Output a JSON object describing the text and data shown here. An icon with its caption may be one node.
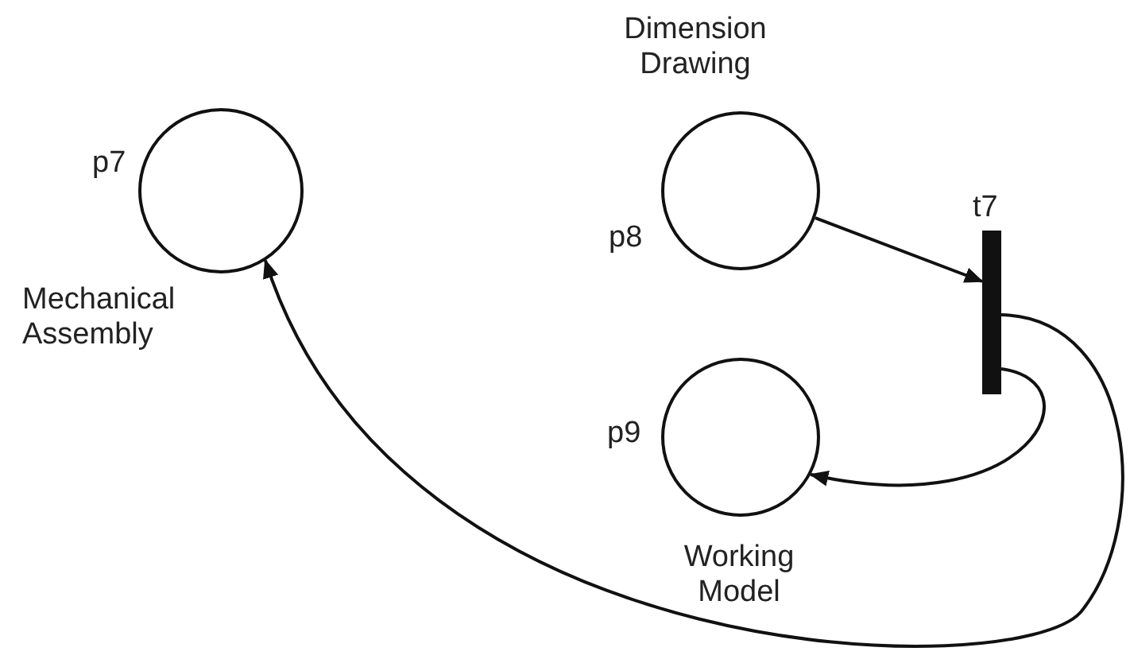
{
  "diagram": {
    "nodes": [
      {
        "text": [],
        "shape": "circle",
        "beside": [
          "p7",
          "Mechanical Assembly"
        ]
      },
      {
        "text": [],
        "shape": "circle",
        "beside": [
          "Dimension Drawing",
          "p8"
        ]
      },
      {
        "text": [],
        "shape": "circle",
        "beside": [
          "p9",
          "Working Model"
        ]
      },
      {
        "text": [],
        "shape": "bar",
        "beside": [
          "t7"
        ]
      }
    ],
    "edges": [
      {
        "from": 1,
        "to": 3,
        "arrow": "to"
      },
      {
        "from": 3,
        "to": 2,
        "arrow": "to"
      },
      {
        "from": 3,
        "to": 0,
        "arrow": "to"
      }
    ]
  }
}
